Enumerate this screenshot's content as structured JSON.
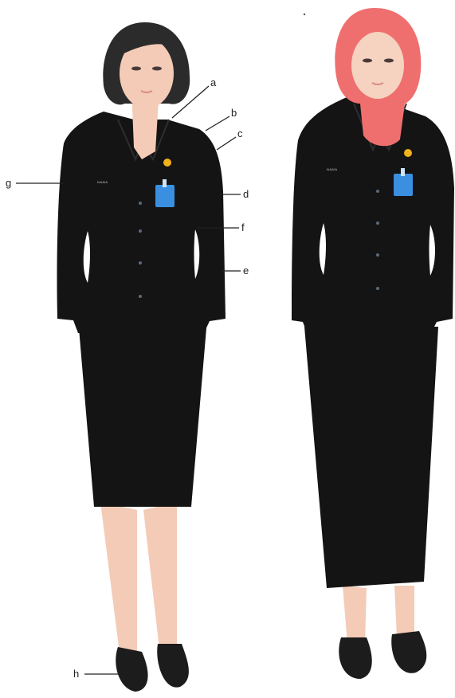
{
  "callouts": {
    "a": "a",
    "b": "b",
    "c": "c",
    "d": "d",
    "e": "e",
    "f": "f",
    "g": "g",
    "h": "h"
  },
  "figures": {
    "left": {
      "name_tag": "NAMA"
    },
    "right": {
      "name_tag": "NAMA"
    }
  },
  "colors": {
    "suit": "#141414",
    "skin": "#f4cbb6",
    "hair": "#2b2b2b",
    "hijab": "#ef6f6f",
    "id_card": "#3a8fe0",
    "pin": "#f2b21c",
    "shoe": "#1c1c1c"
  }
}
